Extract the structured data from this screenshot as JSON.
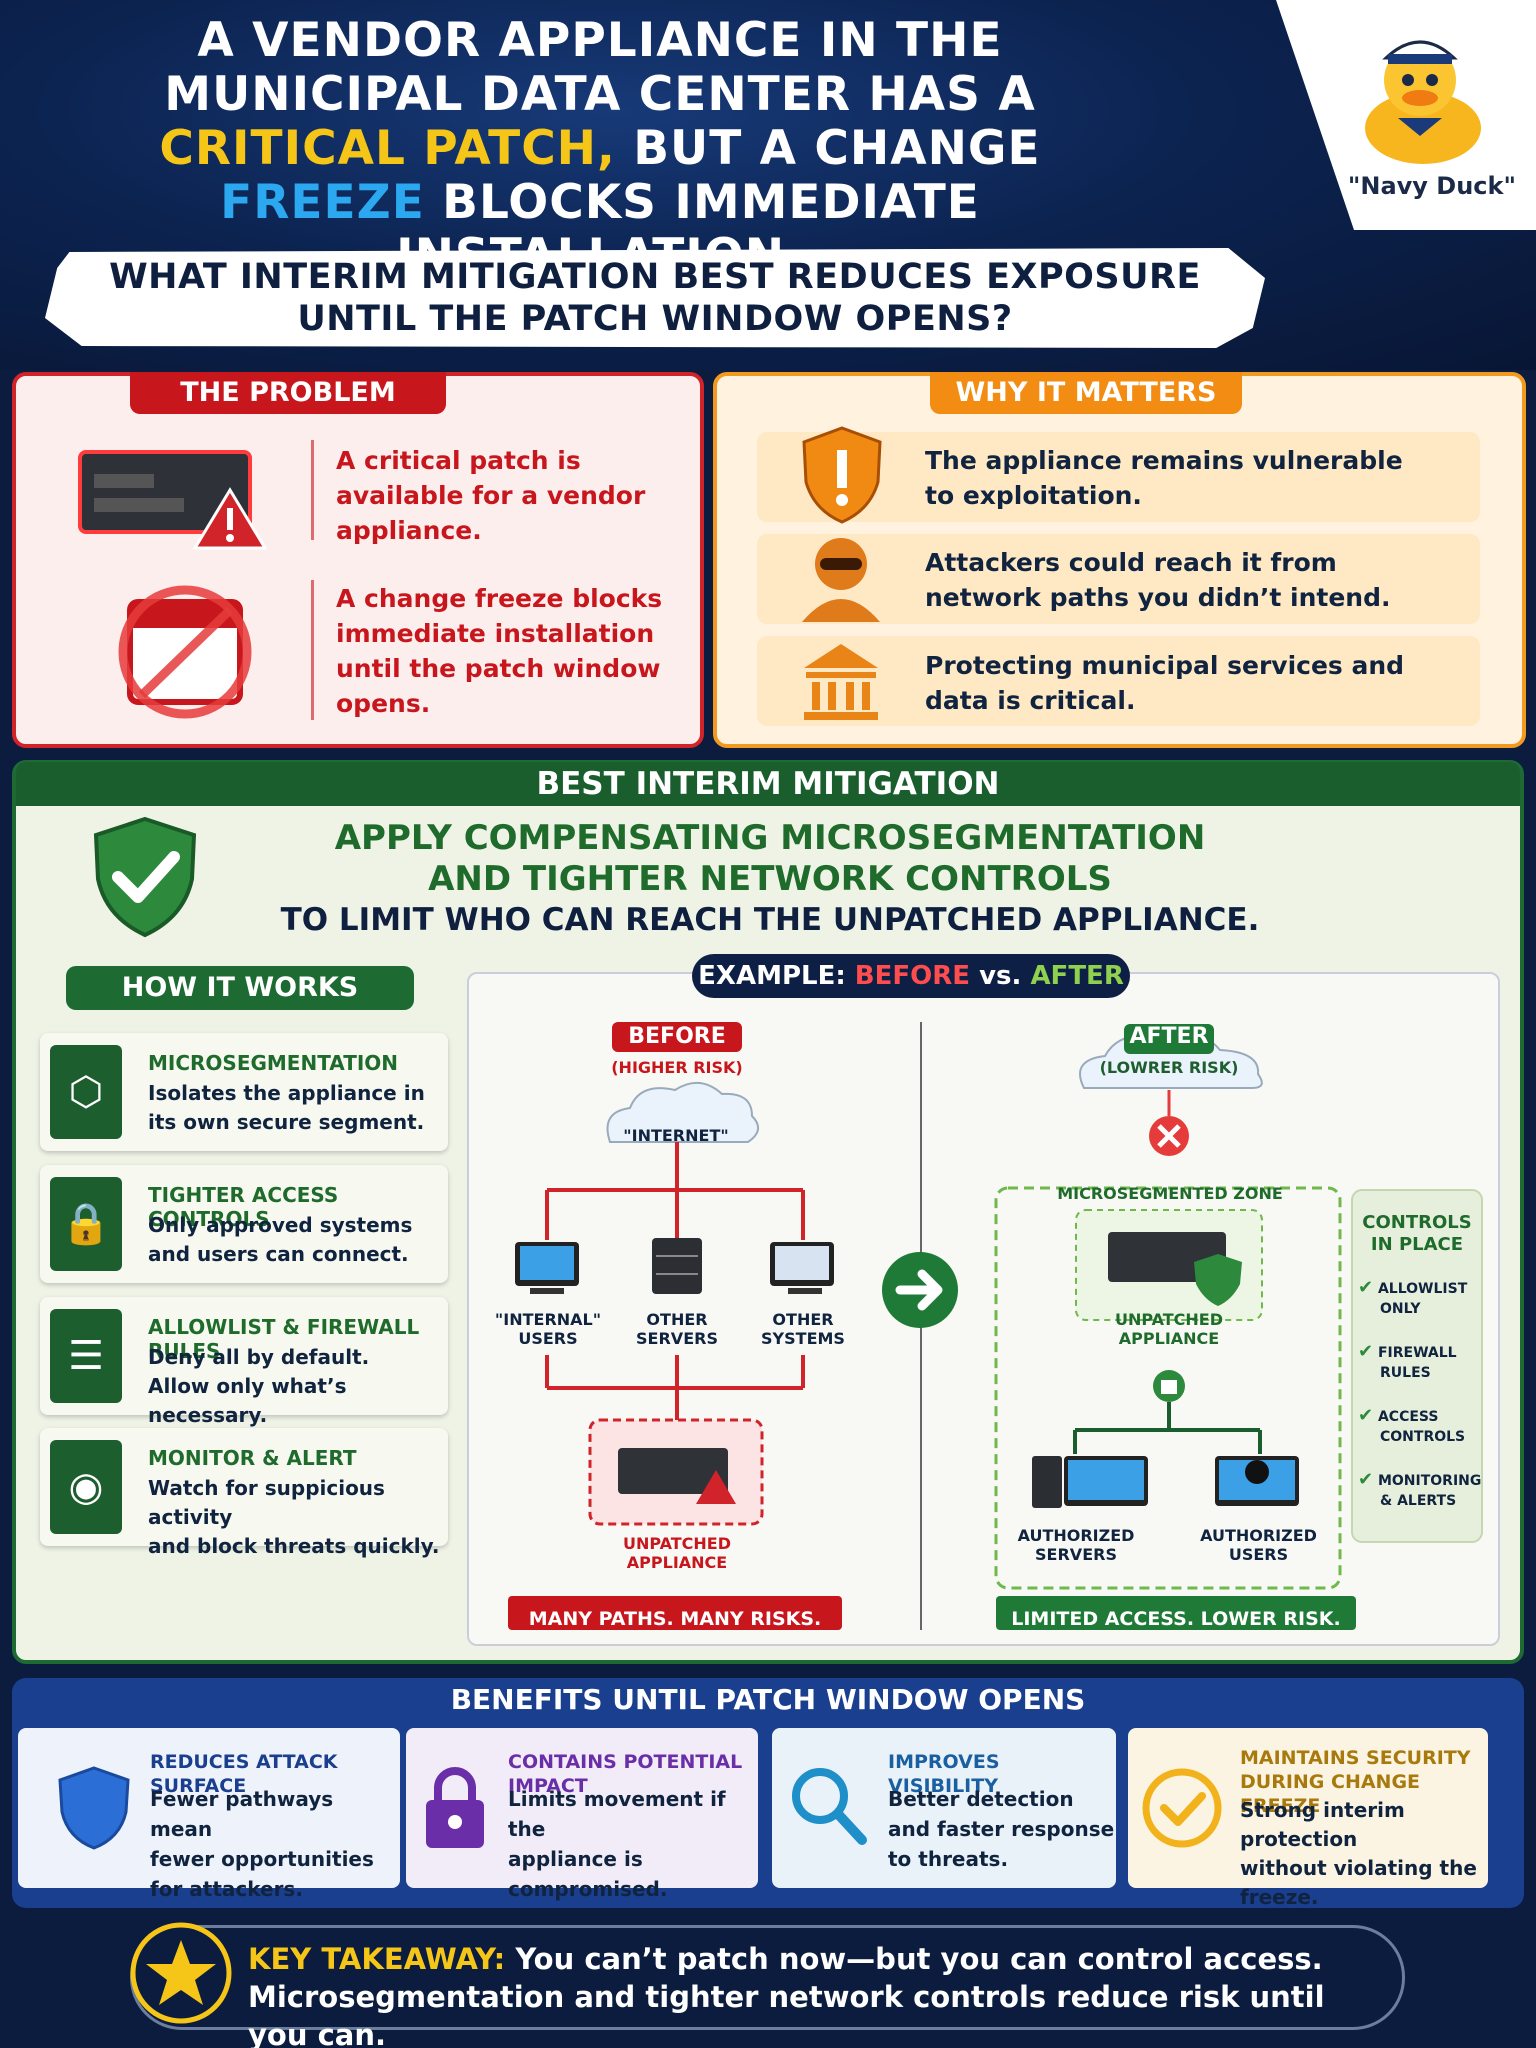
{
  "header": {
    "title_line1": "A VENDOR APPLIANCE IN THE",
    "title_line2": "MUNICIPAL DATA CENTER HAS A",
    "title_highlight1": "CRITICAL PATCH,",
    "title_line3_rest": " BUT A CHANGE",
    "title_highlight2": "FREEZE",
    "title_line4_rest": " BLOCKS IMMEDIATE INSTALLATION.",
    "mascot_label": "\"Navy Duck\"",
    "question_line1": "WHAT INTERIM MITIGATION BEST REDUCES EXPOSURE",
    "question_line2": "UNTIL THE PATCH WINDOW OPENS?"
  },
  "problem": {
    "tab": "THE PROBLEM",
    "item1": "A critical patch is available for a vendor appliance.",
    "item2": "A change freeze blocks immediate installation until the patch window opens."
  },
  "why": {
    "tab": "WHY IT MATTERS",
    "item1": "The appliance remains vulnerable to exploitation.",
    "item2": "Attackers could reach it from network paths you didn’t intend.",
    "item3": "Protecting municipal services and data is critical."
  },
  "mitigation": {
    "bar": "BEST INTERIM MITIGATION",
    "head1": "APPLY COMPENSATING MICROSEGMENTATION",
    "head2": "AND TIGHTER NETWORK CONTROLS",
    "sub": "TO LIMIT WHO CAN REACH THE UNPATCHED APPLIANCE.",
    "how_label": "HOW IT WORKS",
    "cards": [
      {
        "title": "MICROSEGMENTATION",
        "body1": "Isolates the appliance in",
        "body2": "its own secure segment."
      },
      {
        "title": "TIGHTER ACCESS CONTROLS",
        "body1": "Only approved systems",
        "body2": "and users can connect."
      },
      {
        "title": "ALLOWLIST & FIREWALL RULES",
        "body1": "Deny all by default.",
        "body2": "Allow only what’s necessary."
      },
      {
        "title": "MONITOR & ALERT",
        "body1": "Watch for suppicious activity",
        "body2": "and block threats quickly."
      }
    ]
  },
  "example": {
    "label_prefix": "EXAMPLE: ",
    "label_before": "BEFORE",
    "label_vs": " vs. ",
    "label_after": "AFTER",
    "before": {
      "tag": "BEFORE",
      "risk": "(HIGHER RISK)",
      "cloud": "\"INTERNET\"",
      "n1a": "\"INTERNAL\"",
      "n1b": "USERS",
      "n2a": "OTHER",
      "n2b": "SERVERS",
      "n3a": "OTHER",
      "n3b": "SYSTEMS",
      "app1": "UNPATCHED",
      "app2": "APPLIANCE",
      "footer": "MANY PATHS. MANY RISKS."
    },
    "after": {
      "tag": "AFTER",
      "risk": "(LOWRER RISK)",
      "zone": "MICROSEGMENTED ZONE",
      "app1": "UNPATCHED",
      "app2": "APPLIANCE",
      "s1a": "AUTHORIZED",
      "s1b": "SERVERS",
      "s2a": "AUTHORIZED",
      "s2b": "USERS",
      "footer": "LIMITED ACCESS. LOWER RISK.",
      "controls_title1": "CONTROLS",
      "controls_title2": "IN PLACE",
      "controls": [
        [
          "ALLOWLIST",
          "ONLY"
        ],
        [
          "FIREWALL",
          "RULES"
        ],
        [
          "ACCESS",
          "CONTROLS"
        ],
        [
          "MONITORING",
          "& ALERTS"
        ]
      ]
    }
  },
  "benefits": {
    "bar": "BENEFITS UNTIL PATCH WINDOW OPENS",
    "items": [
      {
        "title": "REDUCES ATTACK SURFACE",
        "b1": "Fewer pathways mean",
        "b2": "fewer opportunities",
        "b3": "for attackers."
      },
      {
        "title": "CONTAINS POTENTIAL IMPACT",
        "b1": "Limits movement if the",
        "b2": "appliance is",
        "b3": "compromised."
      },
      {
        "title": "IMPROVES VISIBILITY",
        "b1": "Better detection",
        "b2": "and faster response",
        "b3": "to threats."
      },
      {
        "title1": "MAINTAINS SECURITY",
        "title2": "DURING CHANGE FREEZE",
        "b1": "Strong interim protection",
        "b2": "without violating the",
        "b3": "freeze."
      }
    ]
  },
  "takeaway": {
    "label": "KEY TAKEAWAY:",
    "line1": " You can’t patch now—but you can control access.",
    "line2": "Microsegmentation and tighter network controls reduce risk until you can."
  },
  "colors": {
    "red": "#c8161d",
    "orange": "#f28c13",
    "green": "#1d6b32",
    "navy": "#0b1c3f",
    "gold": "#f5c518",
    "cyan": "#2ba8f0"
  }
}
